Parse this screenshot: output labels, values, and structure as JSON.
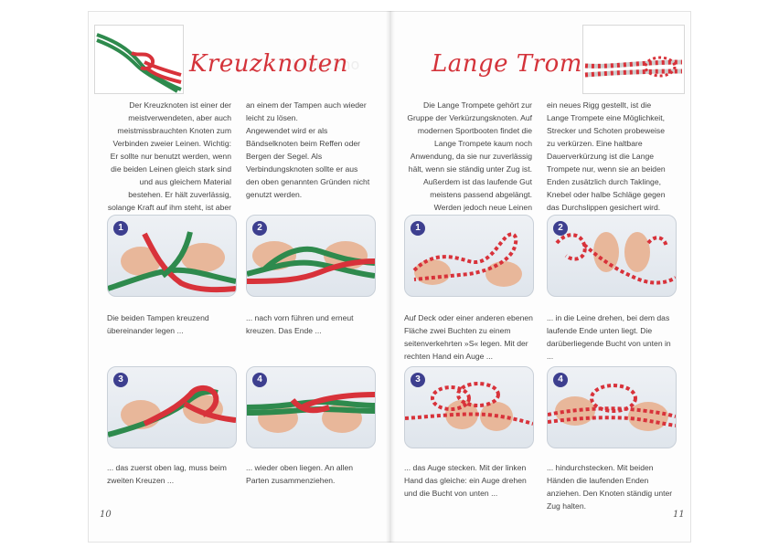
{
  "left_page": {
    "title": "Kreuzknoten",
    "ghost_title": "Kreuzkno",
    "col1": "Der Kreuzknoten ist einer der meistverwendeten, aber auch meistmissbrauchten Knoten zum Verbinden zweier Leinen. Wichtig: Er sollte nur benutzt werden, wenn die beiden Leinen gleich stark sind und aus gleichem Material bestehen. Er hält zuverlässig, solange Kraft auf ihm steht, ist aber durch Zug",
    "col2_p1": "an einem der Tampen auch wieder leicht zu lösen.",
    "col2_p2": "Angewendet wird er als Bändselknoten beim Reffen oder Bergen der Segel. Als Verbindungsknoten sollte er aus den oben genannten Gründen nicht genutzt werden.",
    "steps": [
      {
        "num": "1",
        "caption": "Die beiden Tampen kreuzend übereinander legen ..."
      },
      {
        "num": "2",
        "caption": "... nach vorn führen und erneut kreuzen. Das Ende ..."
      },
      {
        "num": "3",
        "caption": "... das zuerst oben lag, muss beim zweiten Kreuzen ..."
      },
      {
        "num": "4",
        "caption": "... wieder oben liegen. An allen Parten zusammenziehen."
      }
    ],
    "page_number": "10"
  },
  "right_page": {
    "title": "Lange Trompete",
    "col1": "Die Lange Trompete gehört zur Gruppe der Verkürzungsknoten. Auf modernen Sportbooten findet die Lange Trompete kaum noch Anwendung, da sie nur zuverlässig hält, wenn sie ständig unter Zug ist. Außerdem ist das laufende Gut meistens passend abgelängt. Werden jedoch neue Leinen eingeschoren oder",
    "col2": "ein neues Rigg gestellt, ist die Lange Trompete eine Möglichkeit, Strecker und Schoten probeweise zu verkürzen. Eine haltbare Dauerverkürzung ist die Lange Trompete nur, wenn sie an beiden Enden zusätzlich durch Taklinge, Knebel oder halbe Schläge gegen das Durchslippen gesichert wird.",
    "steps": [
      {
        "num": "1",
        "caption": "Auf Deck oder einer anderen ebenen Fläche zwei Buchten zu einem seitenverkehrten »S« legen. Mit der rechten Hand ein Auge ..."
      },
      {
        "num": "2",
        "caption": "... in die Leine drehen, bei dem das laufende Ende unten liegt. Die darüberliegende Bucht von unten in ..."
      },
      {
        "num": "3",
        "caption": "... das Auge stecken. Mit der linken Hand das gleiche: ein Auge drehen und die Bucht von unten ..."
      },
      {
        "num": "4",
        "caption": "... hindurchstecken. Mit beiden Händen die laufenden Enden anziehen. Den Knoten ständig unter Zug halten."
      }
    ],
    "page_number": "11"
  },
  "colors": {
    "title_red": "#d4333a",
    "badge_blue": "#3d3f8f",
    "rope_red": "#d8323a",
    "rope_green": "#2e8a4d"
  }
}
